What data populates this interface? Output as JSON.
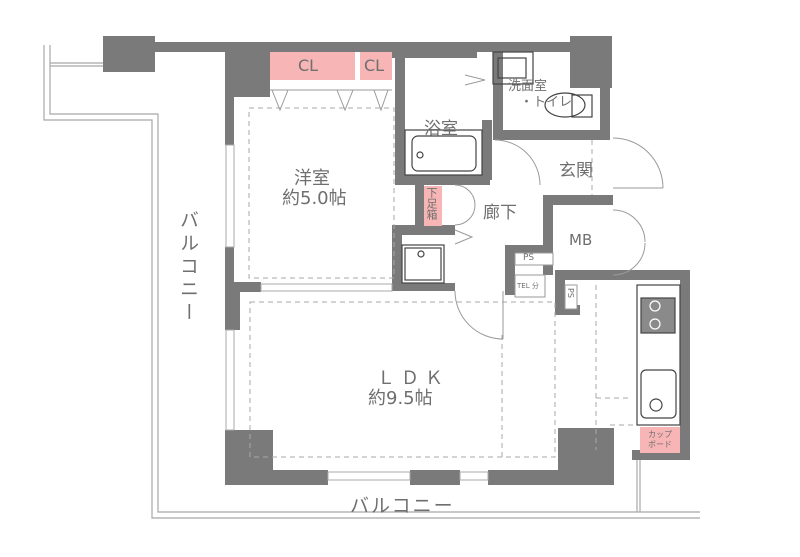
{
  "floor_plan": {
    "colors": {
      "wall": "#7a7a7a",
      "storage_highlight": "#f7b5b5",
      "line": "#9a9a9a",
      "text": "#6f6f6f",
      "background": "#ffffff"
    },
    "rooms": {
      "western_room": {
        "name": "洋室",
        "size": "約5.0帖"
      },
      "ldk": {
        "name": "ＬＤＫ",
        "size": "約9.5帖"
      },
      "bathroom": {
        "name": "浴室"
      },
      "washroom": {
        "name": "洗面室",
        "sub": "・トイレ"
      },
      "entrance": {
        "name": "玄関"
      },
      "hallway": {
        "name": "廊下"
      },
      "mb": {
        "name": "MB"
      }
    },
    "storage": {
      "closet_1": "CL",
      "closet_2": "CL",
      "shoe_box": "下足箱",
      "cupboard_line1": "カップ",
      "cupboard_line2": "ボード"
    },
    "utilities": {
      "ps_1": "PS",
      "ps_2": "PS",
      "tel": "TEL 分"
    },
    "balconies": {
      "west": "バルコニー",
      "south": "バルコニー"
    }
  }
}
